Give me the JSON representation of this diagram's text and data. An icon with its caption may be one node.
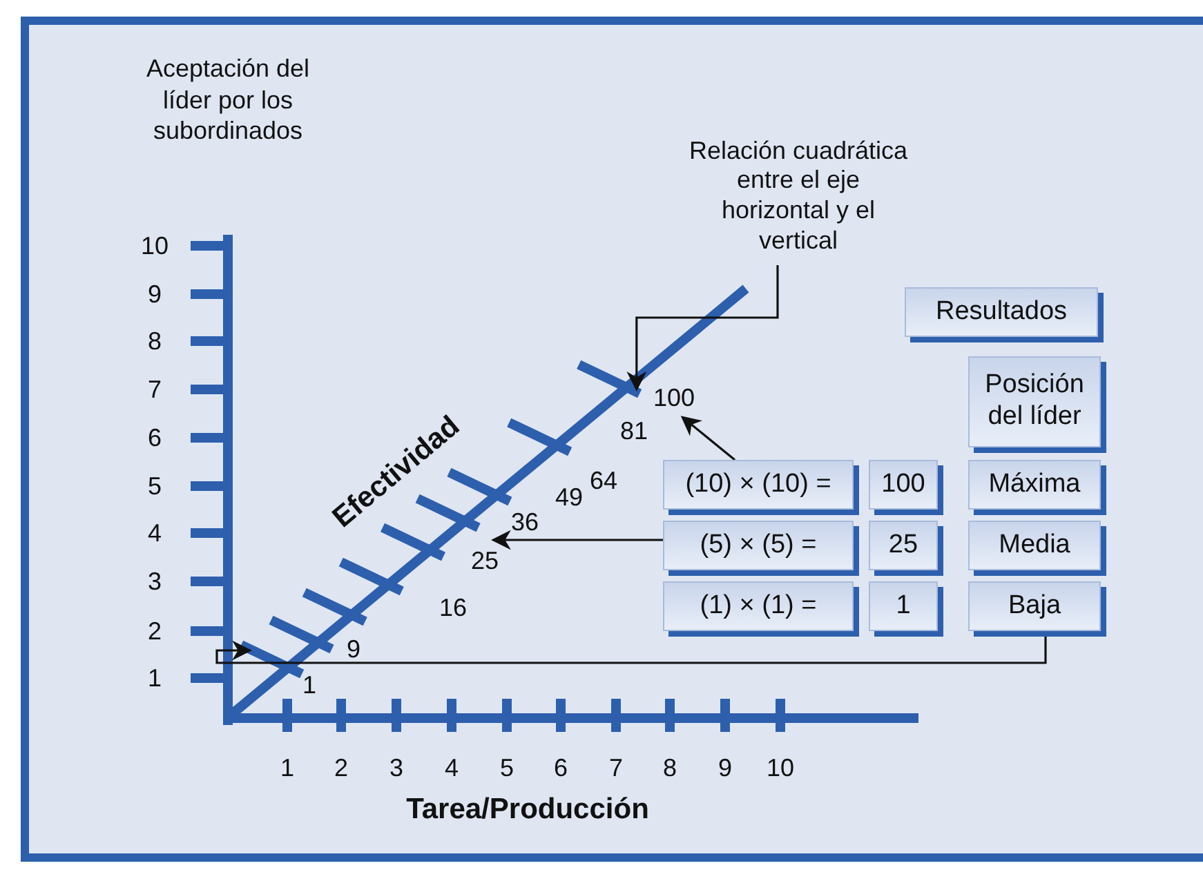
{
  "diagram": {
    "nodes": [
      {
        "text": [
          "Relación cuadrática entre el eje horizontal y el vertical"
        ]
      },
      {
        "text": [
          "100"
        ]
      },
      {
        "text": [
          "25"
        ]
      },
      {
        "text": [
          "Resultados"
        ]
      },
      {
        "text": [
          "Posición del líder"
        ]
      },
      {
        "text": [
          "(10) × (10) ="
        ]
      },
      {
        "text": [
          "100"
        ]
      },
      {
        "text": [
          "Máxima"
        ]
      },
      {
        "text": [
          "(5) × (5) ="
        ]
      },
      {
        "text": [
          "25"
        ]
      },
      {
        "text": [
          "Media"
        ]
      },
      {
        "text": [
          "(1) × (1) ="
        ]
      },
      {
        "text": [
          "1"
        ]
      },
      {
        "text": [
          "Baja"
        ]
      },
      {
        "text": [],
        "shape": "bar"
      },
      {
        "text": [],
        "shape": "bar"
      }
    ],
    "edges": [
      {
        "from": 0,
        "to": 15,
        "arrow": "to"
      },
      {
        "from": 5,
        "to": 1,
        "arrow": "to"
      },
      {
        "from": 8,
        "to": 2,
        "arrow": "to"
      },
      {
        "from": 13,
        "to": 14,
        "arrow": "to"
      }
    ],
    "labels": [
      "Aceptación del líder por los subordinados",
      "10",
      "9",
      "8",
      "7",
      "6",
      "5",
      "4",
      "3",
      "2",
      "1",
      "Efectividad",
      "81",
      "64",
      "49",
      "36",
      "16",
      "9",
      "1",
      "1",
      "2",
      "3",
      "4",
      "5",
      "6",
      "7",
      "8",
      "9",
      "10",
      "Tarea/Producción"
    ]
  }
}
